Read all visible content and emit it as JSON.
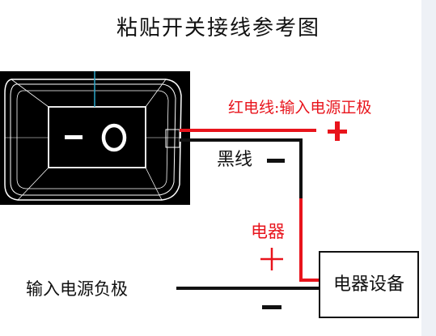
{
  "title": "粘贴开关接线参考图",
  "switch": {
    "off_symbol": "−",
    "on_symbol": "○"
  },
  "labels": {
    "red_wire": "红电线:输入电源正极",
    "red_plus": "+",
    "black_wire": "黑线",
    "black_minus": "−",
    "appliance_red": "电器",
    "appliance_plus": "+",
    "input_negative": "输入电源负极",
    "bottom_minus": "−",
    "device_box": "电器设备"
  },
  "colors": {
    "red": "#e8141c",
    "black": "#111111",
    "switch_bg": "#000000",
    "switch_outline": "#ffffff",
    "switch_axis": "#2aa6c8"
  }
}
